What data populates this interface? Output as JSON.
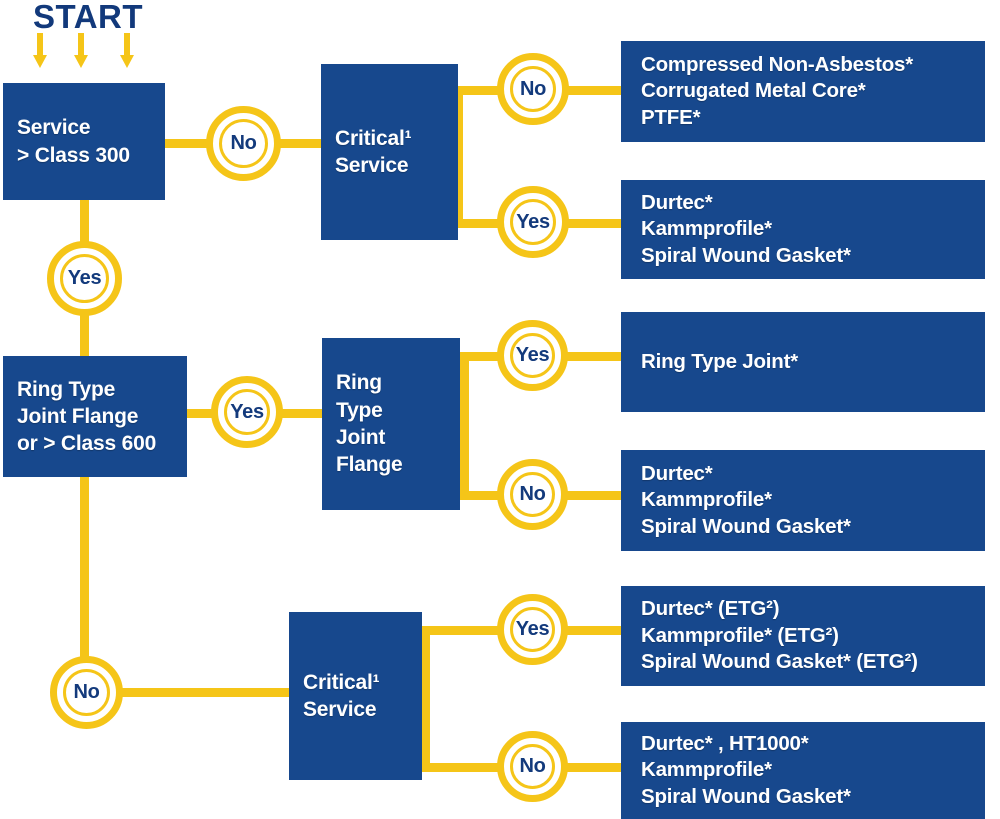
{
  "title": "Gasket Selection Flowchart",
  "colors": {
    "box_blue": "#17488D",
    "connector_yellow": "#F5C518",
    "start_text_blue": "#12397B",
    "circle_label_blue": "#133A7C",
    "background": "#FFFFFF"
  },
  "start": {
    "label": "START",
    "arrow_count": 3,
    "arrow_icon": "down-arrow-icon"
  },
  "decisions": [
    {
      "id": "service-class-300",
      "text": "Service\n> Class 300",
      "line1": "Service",
      "line2": "> Class 300"
    },
    {
      "id": "critical-service-top",
      "text": "Critical¹\nService",
      "line1": "Critical",
      "superscript1": "1",
      "line2": "Service"
    },
    {
      "id": "ring-type-joint-flange-class-600",
      "text": "Ring Type\nJoint Flange\nor > Class 600",
      "line1": "Ring Type",
      "line2": "Joint Flange",
      "line3": "or > Class 600"
    },
    {
      "id": "ring-type-joint-flange",
      "text": "Ring\nType\nJoint\nFlange",
      "line1": "Ring",
      "line2": "Type",
      "line3": "Joint",
      "line4": "Flange"
    },
    {
      "id": "critical-service-bottom",
      "text": "Critical¹\nService",
      "line1": "Critical",
      "superscript1": "1",
      "line2": "Service"
    }
  ],
  "connector_labels": {
    "service_no": "No",
    "service_yes": "Yes",
    "critical_top_no": "No",
    "critical_top_yes": "Yes",
    "rtj_yes": "Yes",
    "rtj_no": "No",
    "rtj_inner_yes": "Yes",
    "rtj_inner_no": "No",
    "critical_bottom_yes": "Yes",
    "critical_bottom_no": "No"
  },
  "results": [
    {
      "id": "result-compressed-non-asbestos",
      "text": "Compressed Non-Asbestos*\nCorrugated Metal Core*\nPTFE*",
      "items": [
        "Compressed Non-Asbestos*",
        "Corrugated Metal Core*",
        "PTFE*"
      ]
    },
    {
      "id": "result-durtec-kammprofile-swg-1",
      "text": "Durtec*\nKammprofile*\nSpiral Wound Gasket*",
      "items": [
        "Durtec*",
        "Kammprofile*",
        "Spiral Wound Gasket*"
      ]
    },
    {
      "id": "result-ring-type-joint",
      "text": "Ring Type Joint*",
      "items": [
        "Ring Type Joint*"
      ]
    },
    {
      "id": "result-durtec-kammprofile-swg-2",
      "text": "Durtec*\nKammprofile*\nSpiral Wound Gasket*",
      "items": [
        "Durtec*",
        "Kammprofile*",
        "Spiral Wound Gasket*"
      ]
    },
    {
      "id": "result-etg",
      "text": "Durtec* (ETG²)\nKammprofile* (ETG²)\nSpiral Wound Gasket* (ETG²)",
      "items": [
        "Durtec* (ETG²)",
        "Kammprofile* (ETG²)",
        "Spiral Wound Gasket* (ETG²)"
      ]
    },
    {
      "id": "result-ht1000",
      "text": "Durtec* , HT1000*\nKammprofile*\nSpiral Wound Gasket*",
      "items": [
        "Durtec* , HT1000*",
        "Kammprofile*",
        "Spiral Wound Gasket*"
      ]
    }
  ]
}
